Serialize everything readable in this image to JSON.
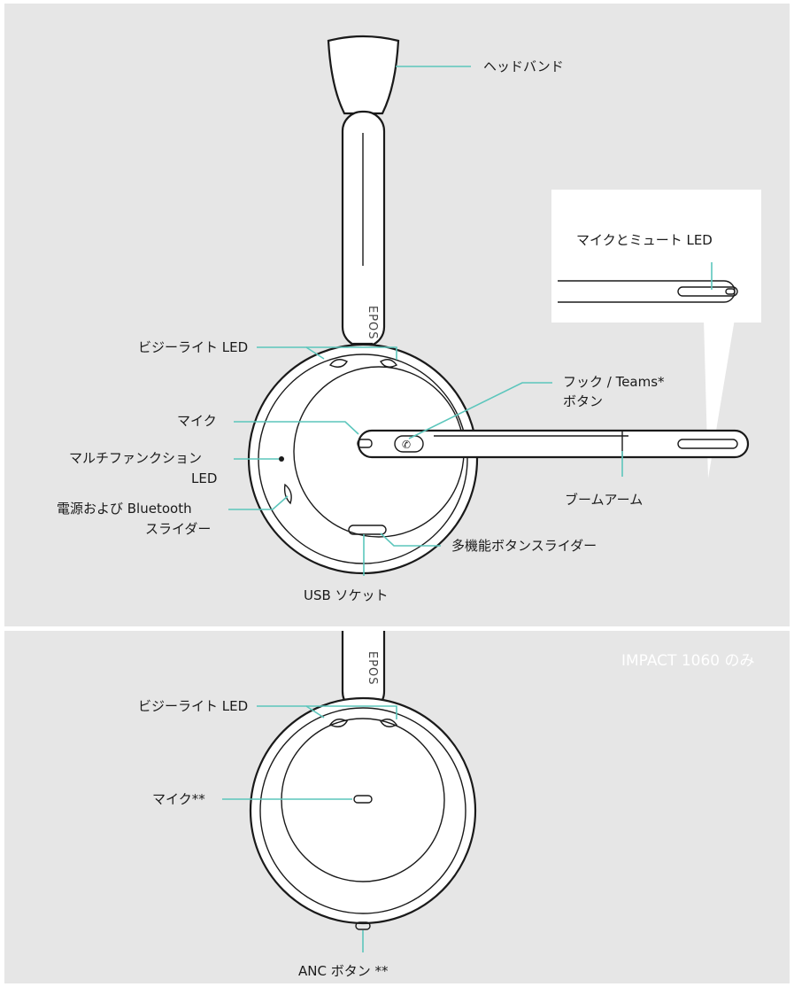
{
  "accent_color": "#5cc6bc",
  "outline_color": "#1a1a1a",
  "panel_color": "#e6e6e6",
  "top_panel": {
    "brand_text": "EPOS",
    "labels": {
      "headband": "ヘッドバンド",
      "mic_mute_led": "マイクとミュート LED",
      "busy_light_led": "ビジーライト LED",
      "hook_teams_line1": "フック / Teams*",
      "hook_teams_line2": "ボタン",
      "mic": "マイク",
      "multifunction_led_line1": "マルチファンクション",
      "multifunction_led_line2": "LED",
      "power_bt_line1": "電源および Bluetooth",
      "power_bt_line2": "スライダー",
      "boom_arm": "ブームアーム",
      "multifunction_slider": "多機能ボタンスライダー",
      "usb_socket": "USB ソケット"
    }
  },
  "bottom_panel": {
    "brand_text": "EPOS",
    "note": "IMPACT 1060 のみ",
    "labels": {
      "busy_light_led": "ビジーライト LED",
      "mic": "マイク**",
      "anc_button": "ANC ボタン **"
    }
  }
}
